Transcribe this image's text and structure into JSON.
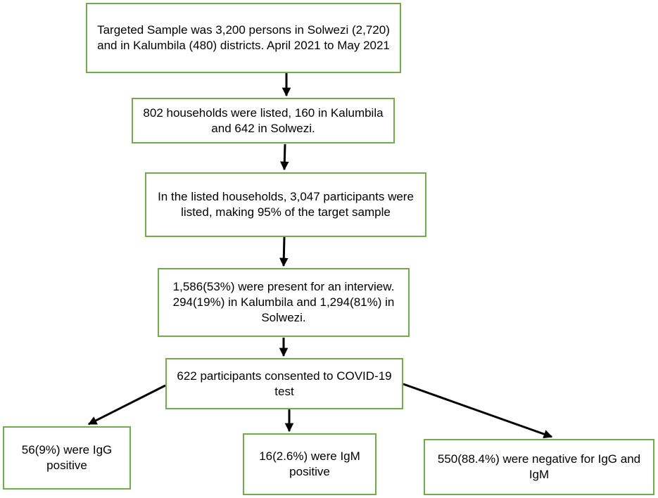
{
  "colors": {
    "box_border": "#70ad47",
    "arrow": "#000000",
    "text": "#000000",
    "background": "#ffffff"
  },
  "nodes": {
    "target_sample": "Targeted Sample was 3,200 persons in Solwezi (2,720) and in Kalumbila (480) districts. April 2021 to May 2021",
    "households_listed": "802 households were listed, 160 in Kalumbila and 642 in Solwezi.",
    "participants_listed": "In the listed households, 3,047 participants were listed, making 95% of the target sample",
    "present_interview": "1,586(53%) were present for an interview. 294(19%) in Kalumbila and 1,294(81%) in Solwezi.",
    "consented_test": "622 participants consented to COVID-19 test",
    "igg_positive": "56(9%) were IgG positive",
    "igm_positive": "16(2.6%) were IgM positive",
    "negative": "550(88.4%) were negative for IgG and IgM"
  },
  "edges": [
    {
      "from": "target_sample",
      "to": "households_listed"
    },
    {
      "from": "households_listed",
      "to": "participants_listed"
    },
    {
      "from": "participants_listed",
      "to": "present_interview"
    },
    {
      "from": "present_interview",
      "to": "consented_test"
    },
    {
      "from": "consented_test",
      "to": "igg_positive"
    },
    {
      "from": "consented_test",
      "to": "igm_positive"
    },
    {
      "from": "consented_test",
      "to": "negative"
    }
  ]
}
